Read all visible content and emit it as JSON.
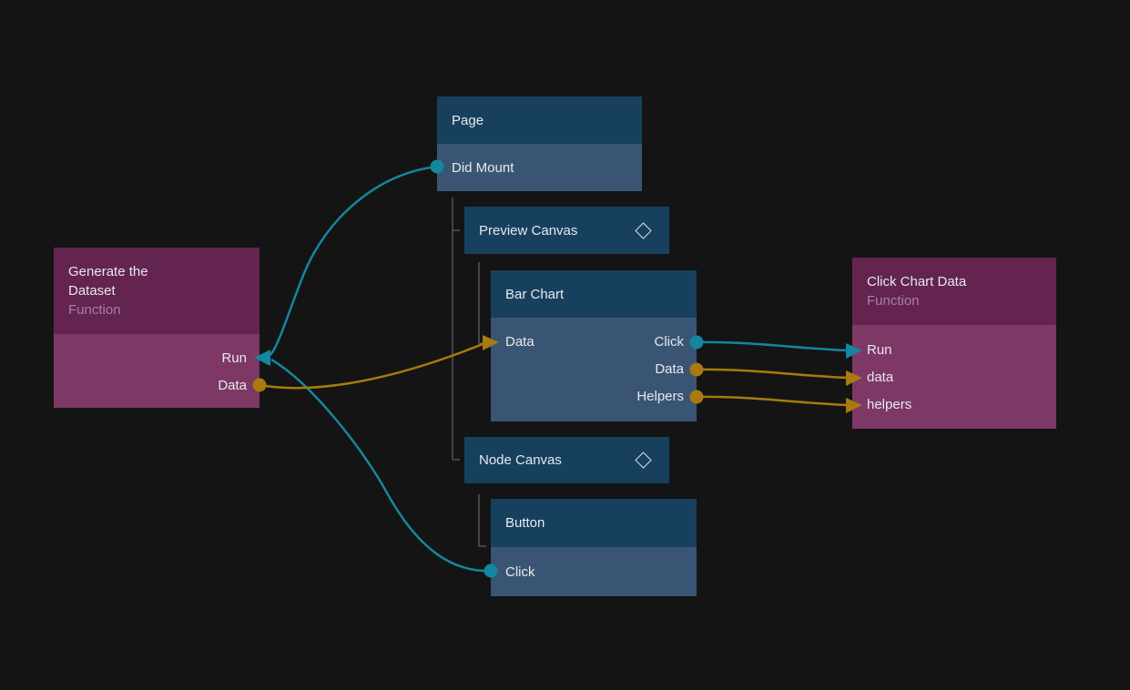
{
  "nodes": {
    "page": {
      "title": "Page",
      "output_did_mount": "Did Mount"
    },
    "preview_canvas": {
      "title": "Preview Canvas"
    },
    "bar_chart": {
      "title": "Bar Chart",
      "input_data": "Data",
      "output_click": "Click",
      "output_data": "Data",
      "output_helpers": "Helpers"
    },
    "node_canvas": {
      "title": "Node Canvas"
    },
    "button": {
      "title": "Button",
      "output_click": "Click"
    },
    "generate_dataset": {
      "title": "Generate the Dataset",
      "subtitle": "Function",
      "input_run": "Run",
      "output_data": "Data"
    },
    "click_chart_data": {
      "title": "Click Chart Data",
      "subtitle": "Function",
      "input_run": "Run",
      "input_data": "data",
      "input_helpers": "helpers"
    }
  },
  "icons": {
    "component_indicator": "diamond-outline"
  },
  "colors": {
    "background": "#141414",
    "signal_connection": "#15869E",
    "data_connection": "#A87A10",
    "hierarchy_line": "#555555",
    "visual_node_header": "#17405E",
    "visual_node_body": "#3A5574",
    "function_node_header": "#632450",
    "function_node_body": "#7D3866",
    "node_text": "#E7E9EC",
    "node_subtitle": "#AC7FA0"
  }
}
